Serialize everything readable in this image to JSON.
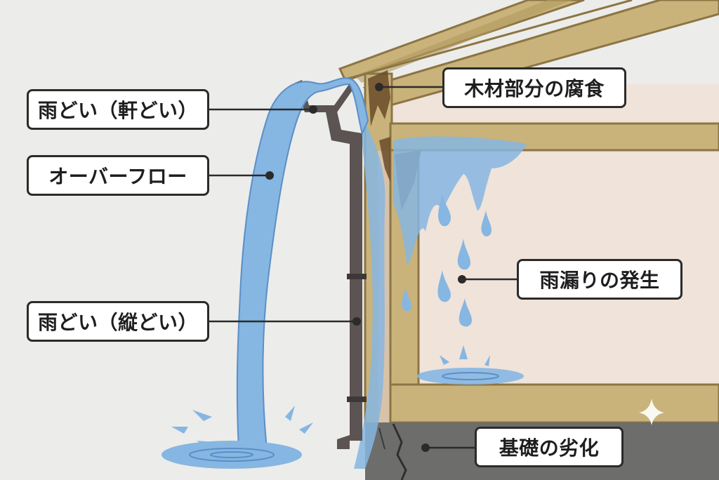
{
  "labels": {
    "gutter_horizontal": "雨どい（軒どい）",
    "overflow": "オーバーフロー",
    "gutter_vertical": "雨どい（縦どい）",
    "wood_rot": "木材部分の腐食",
    "rain_leak": "雨漏りの発生",
    "foundation_damage": "基礎の劣化"
  },
  "colors": {
    "background": "#ececea",
    "water": "#86b6e2",
    "water_edge": "#5a8fc7",
    "wood": "#c9b37a",
    "wood_dark": "#8c7544",
    "wall": "#efe3da",
    "pipe": "#5b5453",
    "foundation": "#6d6d6b",
    "outline": "#2b2b2b"
  },
  "icons": {
    "sparkle": "sparkle-icon",
    "drops": "water-drop-icon"
  }
}
